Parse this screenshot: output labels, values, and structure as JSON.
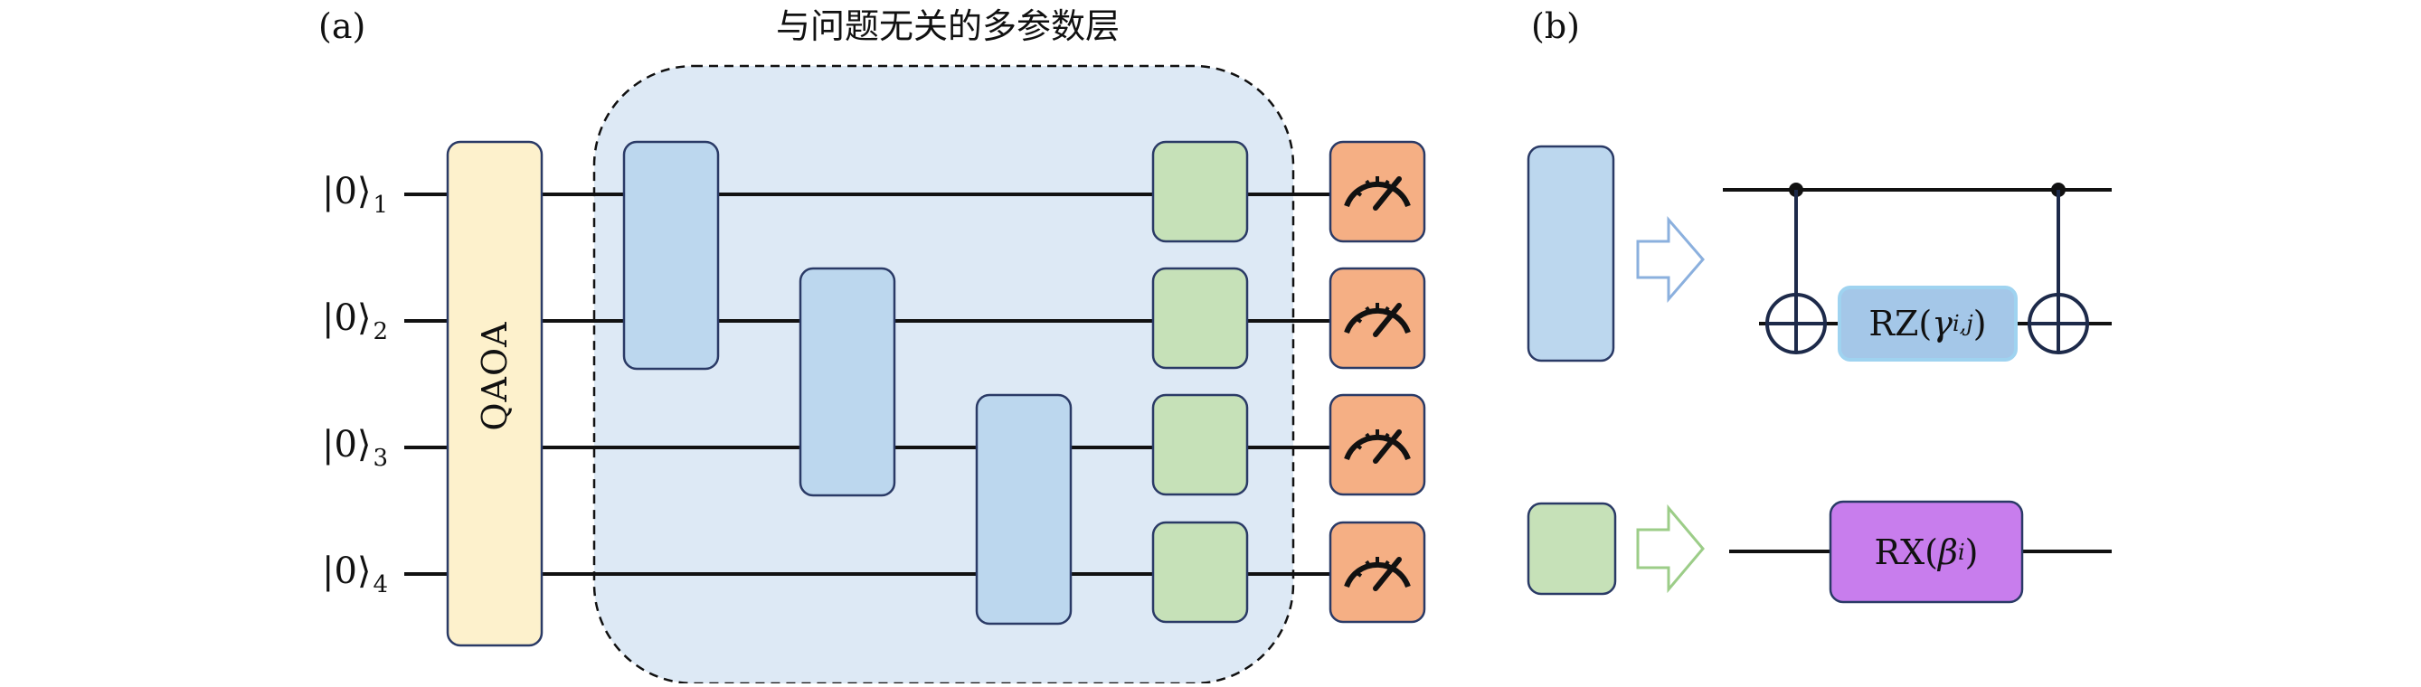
{
  "panel_a_label": "(a)",
  "panel_b_label": "(b)",
  "layer_title": "与问题无关的多参数层",
  "qubits": [
    {
      "ket": "|0⟩",
      "index": "1"
    },
    {
      "ket": "|0⟩",
      "index": "2"
    },
    {
      "ket": "|0⟩",
      "index": "3"
    },
    {
      "ket": "|0⟩",
      "index": "4"
    }
  ],
  "qaoa_label": "QAOA",
  "rz_gate": {
    "name": "RZ(",
    "symbol": "γ",
    "subscript": "i,j",
    "close": ")"
  },
  "rx_gate": {
    "name": "RX(",
    "symbol": "β",
    "subscript": "i",
    "close": ")"
  },
  "colors": {
    "qaoa_fill": "#fdf1cc",
    "blue_gate_fill": "#bcd7ee",
    "green_gate_fill": "#c6e1b8",
    "measure_fill": "#f5af84",
    "layer_bg": "#dde9f5",
    "rz_fill": "#a4c7e8",
    "rx_fill": "#c87ded",
    "gate_stroke": "#2a3a66",
    "arrow_blue": "#8bb0de",
    "arrow_green": "#9ccd88"
  }
}
